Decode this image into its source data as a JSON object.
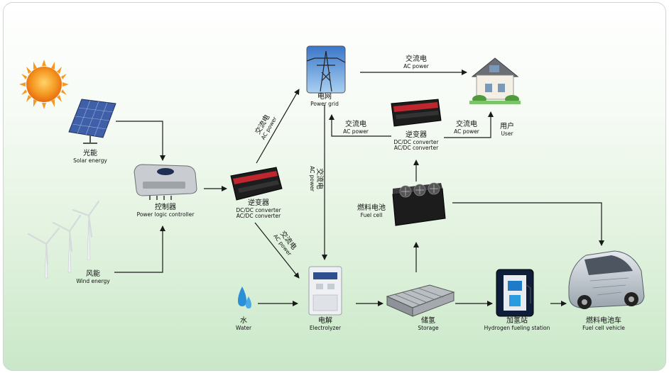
{
  "nodes": {
    "solar": {
      "zh": "光能",
      "en": "Solar energy"
    },
    "wind": {
      "zh": "风能",
      "en": "Wind energy"
    },
    "controller": {
      "zh": "控制器",
      "en": "Power logic controller"
    },
    "inverter_main": {
      "zh": "逆变器",
      "en1": "DC/DC converter",
      "en2": "AC/DC converter"
    },
    "grid": {
      "zh": "电网",
      "en": "Power grid"
    },
    "inverter_user": {
      "zh": "逆变器",
      "en1": "DC/DC converter",
      "en2": "AC/DC converter"
    },
    "user": {
      "zh": "用户",
      "en": "User"
    },
    "fuel_cell": {
      "zh": "燃料电池",
      "en": "Fuel cell"
    },
    "water": {
      "zh": "水",
      "en": "Water"
    },
    "electrolyzer": {
      "zh": "电解",
      "en": "Electrolyzer"
    },
    "storage": {
      "zh": "储氢",
      "en": "Storage"
    },
    "station": {
      "zh": "加氢站",
      "en": "Hydrogen fueling station"
    },
    "vehicle": {
      "zh": "燃料电池车",
      "en": "Fuel cell vehicle"
    }
  },
  "edge_labels": {
    "grid_to_house": {
      "zh": "交流电",
      "en": "AC power"
    },
    "inverter_to_grid_top": {
      "zh": "交流电",
      "en": "AC power"
    },
    "inverter_to_user": {
      "zh": "交流电",
      "en": "AC power"
    },
    "inverter_to_grid": {
      "zh": "交流电",
      "en": "AC power"
    },
    "grid_to_electrolyzer": {
      "zh": "交流电",
      "en": "AC power"
    },
    "inverter_to_electrolyzer": {
      "zh": "交流电",
      "en": "AC power"
    }
  },
  "colors": {
    "arrow": "#1a1a1a",
    "sun": "#f28a1a",
    "solar_panel": "#3f5fa8",
    "device_dark": "#1f1f1f",
    "device_red": "#c0262d"
  },
  "icons": [
    "sun-icon",
    "solar-panel-icon",
    "wind-turbine-icon",
    "controller-icon",
    "inverter-icon",
    "power-tower-icon",
    "house-icon",
    "fuel-cell-icon",
    "water-drop-icon",
    "electrolyzer-icon",
    "storage-tank-icon",
    "fuel-station-icon",
    "car-icon"
  ]
}
